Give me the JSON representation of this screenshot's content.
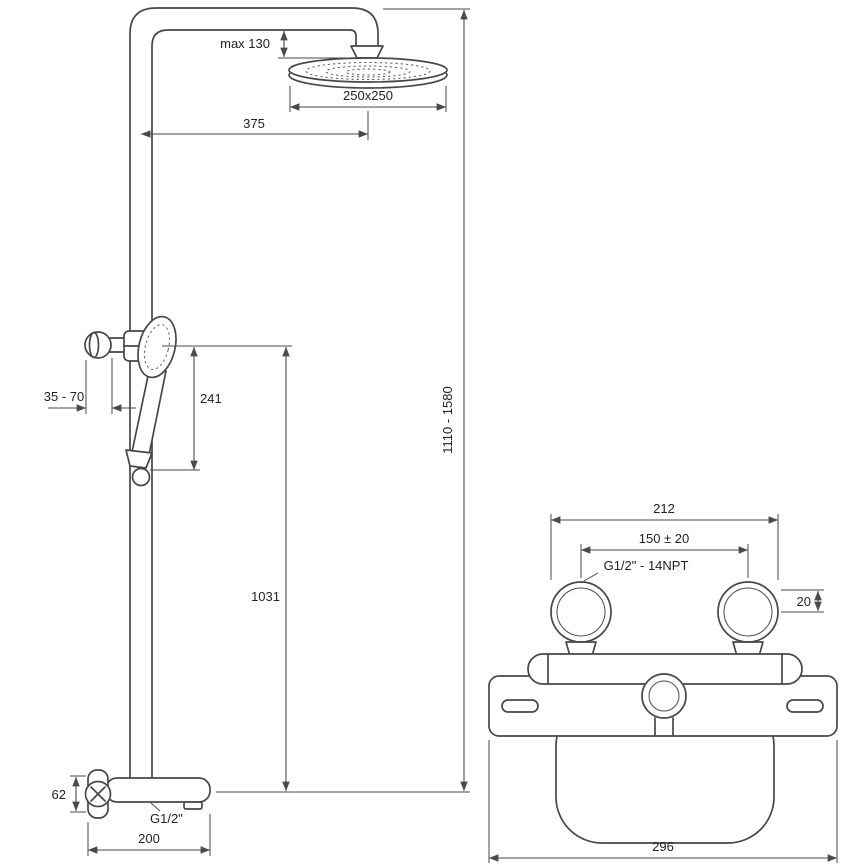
{
  "diagram": {
    "colors": {
      "line": "#474747",
      "dimension": "#4a4a4a",
      "text": "#222222",
      "background": "#ffffff"
    },
    "shower_column": {
      "max_head_drop": "max 130",
      "head_size": "250x250",
      "head_reach": "375",
      "height_range": "1110 - 1580",
      "holder_wall_distance": "35 - 70",
      "hand_shower_length": "241",
      "column_lower_height": "1031",
      "spout_height": "62",
      "spout_thread": "G1/2\"",
      "spout_reach": "200"
    },
    "mixer_front": {
      "flange_outer_width": "212",
      "connection_spacing": "150 ± 20",
      "connection_thread": "G1/2\" - 14NPT",
      "flange_offset": "20",
      "overall_width": "296"
    }
  }
}
